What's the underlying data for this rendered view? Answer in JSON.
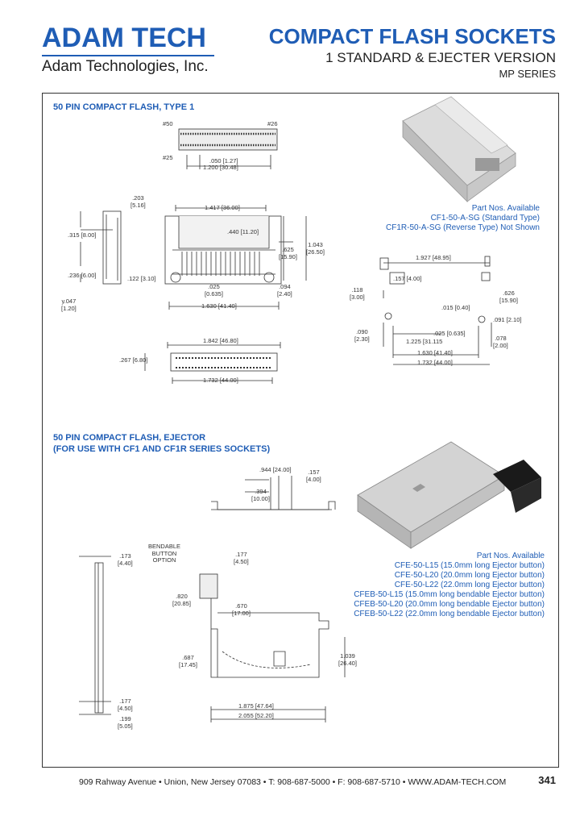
{
  "header": {
    "logo": "ADAM TECH",
    "company": "Adam Technologies, Inc.",
    "title": "COMPACT FLASH SOCKETS",
    "subtitle": "1 STANDARD & EJECTER VERSION",
    "series": "MP SERIES"
  },
  "section1": {
    "title": "50 PIN COMPACT FLASH, TYPE 1",
    "parts_heading": "Part Nos. Available",
    "parts": [
      "CF1-50-A-SG  (Standard Type)",
      "CF1R-50-A-SG  (Reverse Type) Not Shown"
    ],
    "dims": {
      "pin50": "#50",
      "pin26": "#26",
      "pin25": "#25",
      "d050": ".050 [1.27]",
      "d1200": "1.200 [30.48]",
      "d203": ".203\n[5.16]",
      "d315": ".315 [8.00]",
      "d236": ".236 [6.00]",
      "d122": ".122 [3.10]",
      "d047": "y.047\n[1.20]",
      "d1417": "1.417 [36.00]",
      "d440": ".440 [11.20]",
      "d625": ".625\n[15.90]",
      "d1043": "1.043\n[26.50]",
      "d025": ".025\n[0.635]",
      "d094": ".094\n[2.40]",
      "d1630": "1.630 [41.40]",
      "d267": ".267 [6.80]",
      "d1842": "1.842 [46.80]",
      "d1732": "1.732 [44.00]",
      "r1927": "1.927 [48.95]",
      "r157": ".157 [4.00]",
      "r118": ".118\n[3.00]",
      "r626": ".626\n[15.90]",
      "r015": ".015 [0.40]",
      "r090": ".090\n[2.30]",
      "r091": ".091 [2.10]",
      "r1225": "1.225 [31.115",
      "r025": ".025 [0.635]",
      "r078": ".078\n[2.00]",
      "r1630": "1.630 [41.40]",
      "r1732": "1.732 [44.00]"
    }
  },
  "section2": {
    "title": "50 PIN COMPACT FLASH, EJECTOR",
    "note": "(FOR USE WITH CF1 AND CF1R SERIES SOCKETS)",
    "parts_heading": "Part Nos. Available",
    "parts": [
      "CFE-50-L15  (15.0mm long Ejector button)",
      "CFE-50-L20  (20.0mm long Ejector button)",
      "CFE-50-L22  (22.0mm long Ejector button)",
      "CFEB-50-L15  (15.0mm long bendable Ejector button)",
      "CFEB-50-L20  (20.0mm long bendable Ejector button)",
      "CFEB-50-L22  (22.0mm long bendable Ejector button)"
    ],
    "dims": {
      "e944": ".944 [24.00]",
      "e157": ".157\n[4.00]",
      "e394": ".394\n[10.00]",
      "bend": "BENDABLE\nBUTTON\nOPTION",
      "e173": ".173\n[4.40]",
      "e177a": ".177\n[4.50]",
      "e820": ".820\n[20.85]",
      "e670": ".670\n[17.00]",
      "e687": ".687\n[17.45]",
      "e1039": "1.039\n[26.40]",
      "e177b": ".177\n[4.50]",
      "e199": ".199\n[5.05]",
      "e1875": "1.875 [47.64]",
      "e2055": "2.055 [52.20]"
    }
  },
  "footer": {
    "address": "909 Rahway Avenue • Union, New Jersey 07083 • T: 908-687-5000 • F: 908-687-5710 • WWW.ADAM-TECH.COM",
    "page": "341"
  }
}
